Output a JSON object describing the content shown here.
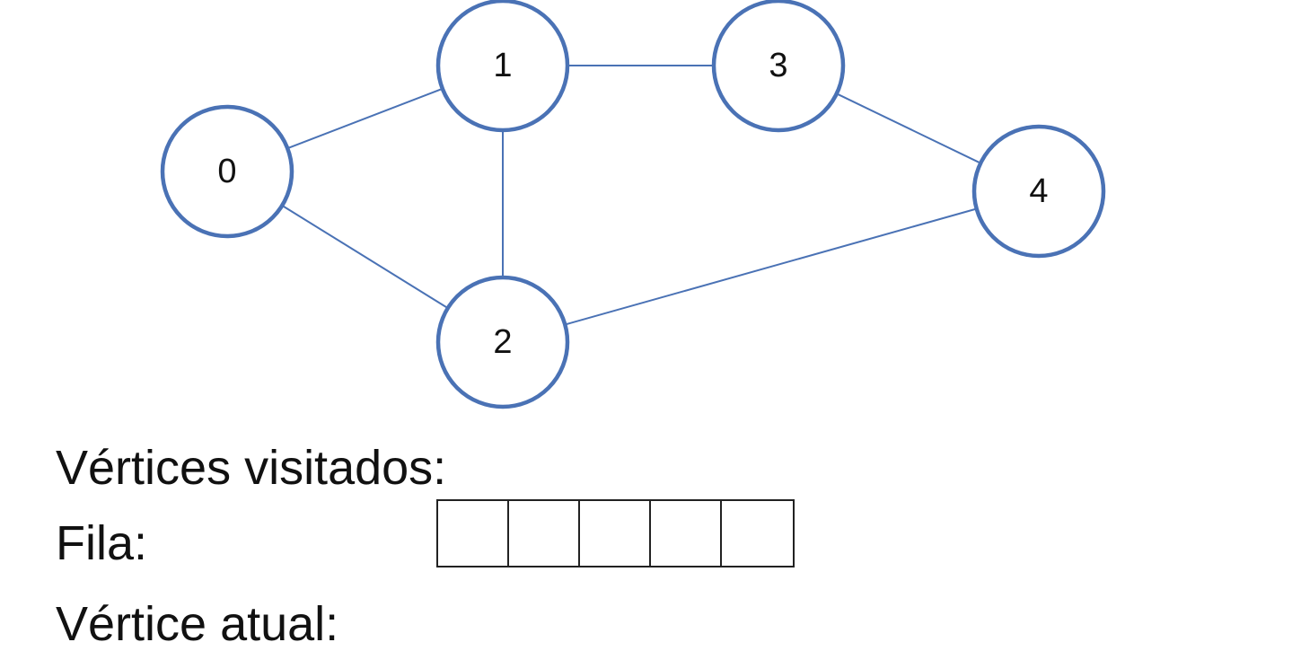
{
  "graph": {
    "edge_color": "#4a72b5",
    "node_border_color": "#4a72b5",
    "nodes": [
      {
        "id": "0",
        "label": "0"
      },
      {
        "id": "1",
        "label": "1"
      },
      {
        "id": "2",
        "label": "2"
      },
      {
        "id": "3",
        "label": "3"
      },
      {
        "id": "4",
        "label": "4"
      }
    ],
    "edges": [
      {
        "from": "0",
        "to": "1"
      },
      {
        "from": "0",
        "to": "2"
      },
      {
        "from": "1",
        "to": "2"
      },
      {
        "from": "1",
        "to": "3"
      },
      {
        "from": "3",
        "to": "4"
      },
      {
        "from": "2",
        "to": "4"
      }
    ]
  },
  "labels": {
    "visited": "Vértices visitados:",
    "queue": "Fila:",
    "current": "Vértice atual:"
  },
  "queue": {
    "cells": [
      "",
      "",
      "",
      "",
      ""
    ]
  }
}
